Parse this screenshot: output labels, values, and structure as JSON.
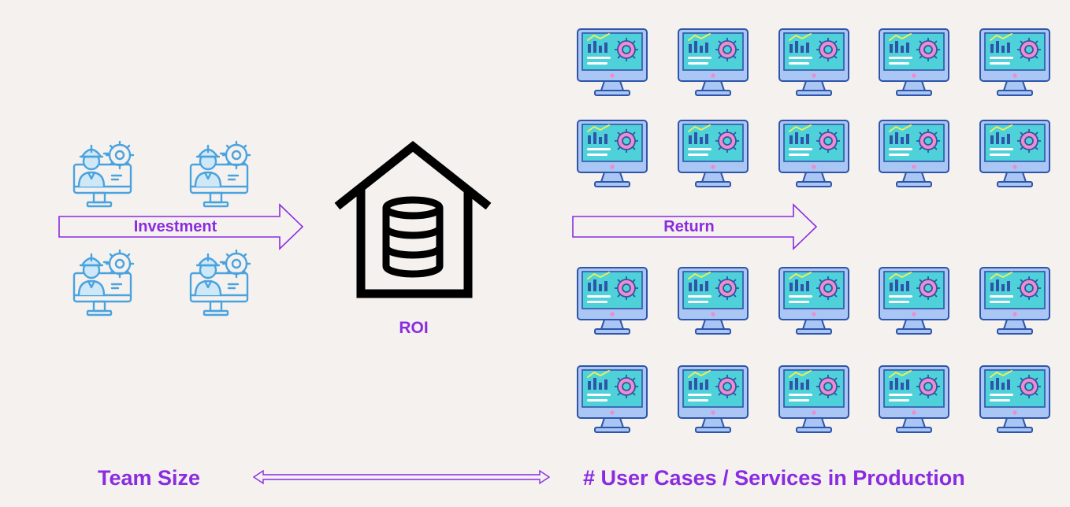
{
  "labels": {
    "investment": "Investment",
    "return": "Return",
    "roi": "ROI",
    "team_size": "Team Size",
    "use_cases": "# User Cases / Services in Production"
  },
  "colors": {
    "background": "#f5f1ee",
    "accent_purple": "#8a2be2",
    "engineer_blue": "#4aa3df",
    "monitor_frame": "#a9c6f5",
    "monitor_screen": "#4fd1d9",
    "gear_pink": "#f08cc9",
    "warehouse_black": "#000000"
  },
  "icons": {
    "engineer": "engineer-at-computer-icon",
    "monitor": "dashboard-monitor-icon",
    "warehouse": "data-warehouse-icon"
  },
  "counts": {
    "engineers": 4,
    "monitors": 20
  }
}
